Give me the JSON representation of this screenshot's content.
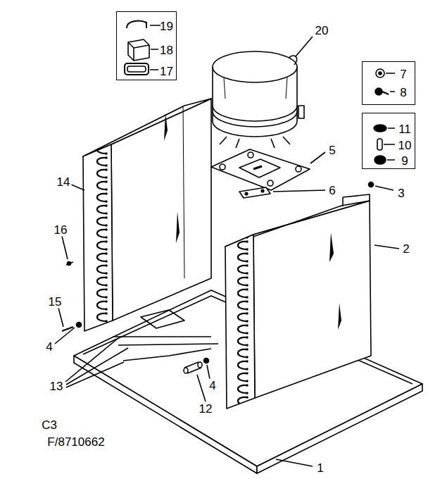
{
  "diagram": {
    "nodes": [
      {
        "text": [
          "19",
          "18",
          "17"
        ]
      },
      {
        "text": [
          "7",
          "8"
        ]
      },
      {
        "text": [
          "11",
          "10",
          "9"
        ]
      }
    ],
    "labels": [
      "20",
      "3",
      "14",
      "5",
      "6",
      "2",
      "16",
      "15",
      "4",
      "13",
      "4",
      "12",
      "1",
      "C3",
      "F/8710662"
    ]
  }
}
